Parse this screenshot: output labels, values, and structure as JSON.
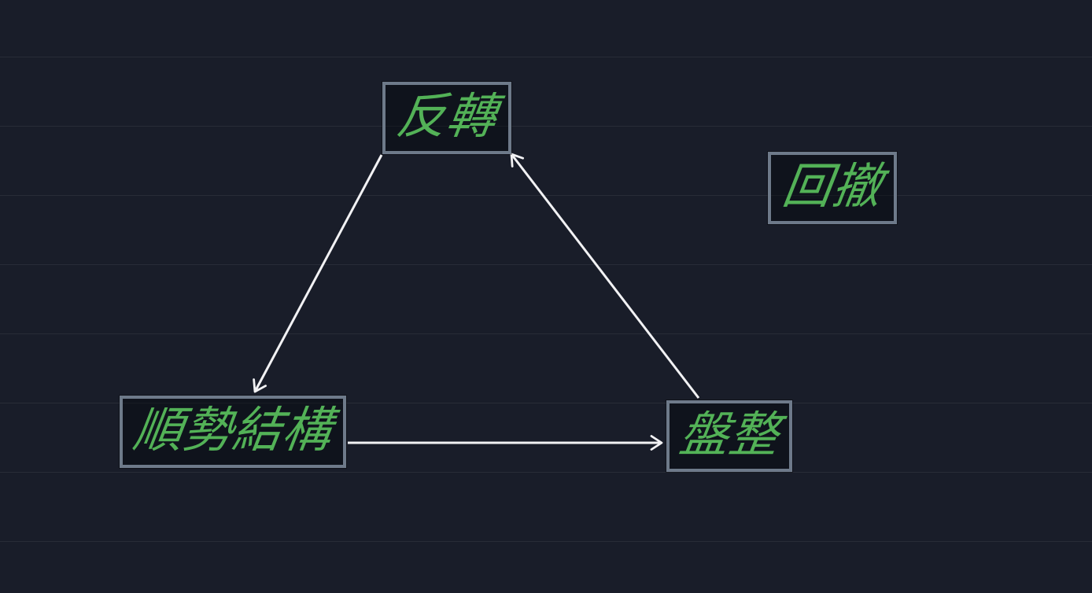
{
  "canvas": {
    "background_color": "#191d29",
    "gridline_color": "rgba(250,250,255,0.065)"
  },
  "diagram": {
    "nodes": [
      {
        "id": "reversal",
        "label": "反轉"
      },
      {
        "id": "pullback",
        "label": "回撤"
      },
      {
        "id": "trend-structure",
        "label": "順勢結構"
      },
      {
        "id": "consolidation",
        "label": "盤整"
      }
    ],
    "edges": [
      {
        "from": "反轉",
        "to": "順勢結構",
        "style": "arrow"
      },
      {
        "from": "順勢結構",
        "to": "盤整",
        "style": "arrow"
      },
      {
        "from": "盤整",
        "to": "反轉",
        "style": "arrow"
      }
    ],
    "colors": {
      "node_text": "#53b257",
      "node_border": "#6e7a8a",
      "node_fill": "rgba(5,8,14,0.45)",
      "arrow": "#f2f2f4"
    }
  }
}
